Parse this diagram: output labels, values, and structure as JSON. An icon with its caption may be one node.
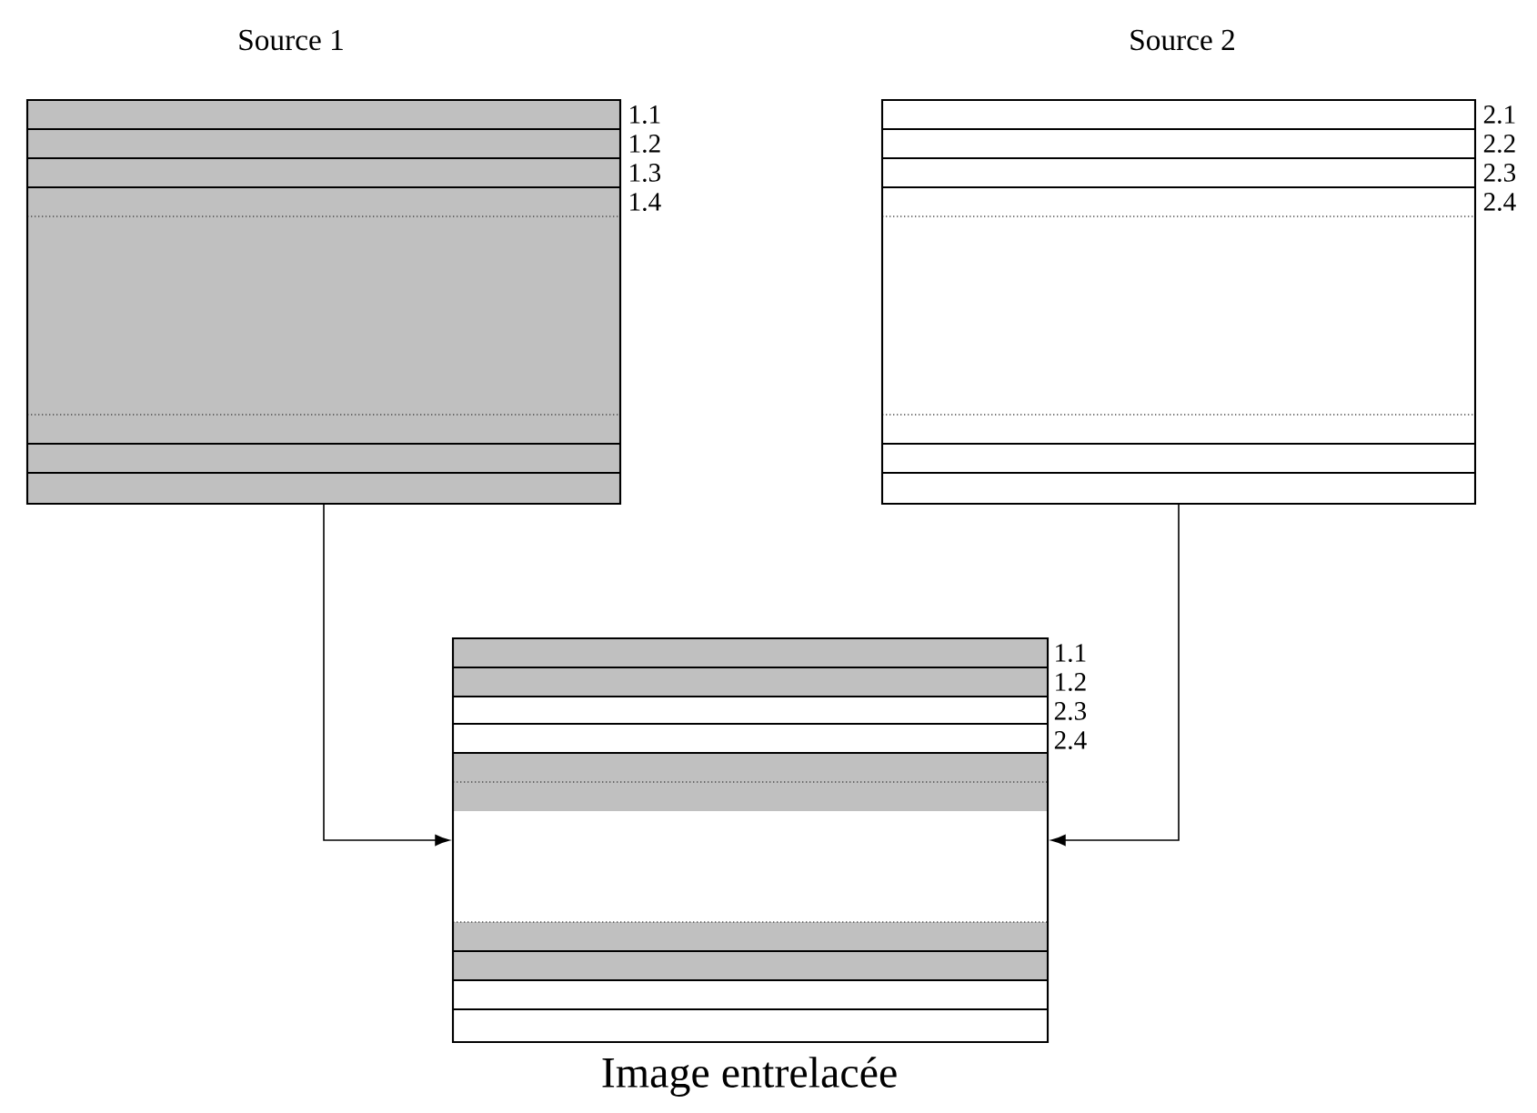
{
  "diagram": {
    "nodes": [
      {
        "text": [
          "Source 1"
        ],
        "beside": [
          "1.1",
          "1.2",
          "1.3",
          "1.4"
        ]
      },
      {
        "text": [
          "Source 2"
        ],
        "beside": [
          "2.1",
          "2.2",
          "2.3",
          "2.4"
        ]
      },
      {
        "text": [
          "Image entrelacée"
        ],
        "beside": [
          "1.1",
          "1.2",
          "2.3",
          "2.4"
        ]
      }
    ],
    "edges": [
      {
        "from": 0,
        "to": 2,
        "arrow": "to"
      },
      {
        "from": 1,
        "to": 2,
        "arrow": "to"
      }
    ]
  }
}
